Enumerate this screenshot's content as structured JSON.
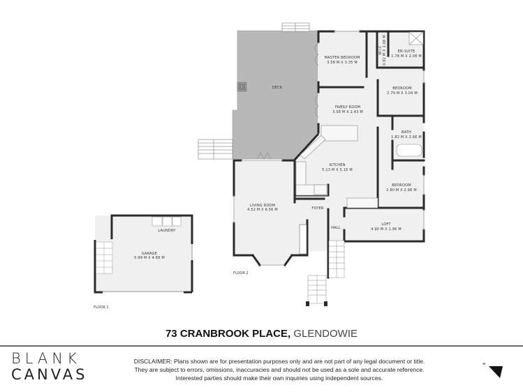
{
  "floorplan": {
    "rooms": [
      {
        "id": "deck",
        "name": "DECK",
        "size": ""
      },
      {
        "id": "master-bedroom",
        "name": "MASTER BEDROOM",
        "size": "3.58 M X 3.35 M"
      },
      {
        "id": "wic",
        "name": "W.I.C",
        "size": "0.92 M X 2.08 M"
      },
      {
        "id": "en-suite",
        "name": "EN-SUITE",
        "size": "1.78 M X 2.08 M"
      },
      {
        "id": "bedroom-1",
        "name": "BEDROOM",
        "size": "2.79 M X 3.04 M"
      },
      {
        "id": "family-room",
        "name": "FAMILY ROOM",
        "size": "3.58 M X 2.43 M"
      },
      {
        "id": "bath",
        "name": "BATH",
        "size": "1.82 M X 2.66 M"
      },
      {
        "id": "kitchen",
        "name": "KITCHEN",
        "size": "5.13 M X 5.16 M"
      },
      {
        "id": "bedroom-2",
        "name": "BEDROOM",
        "size": "2.80 M X 2.96 M"
      },
      {
        "id": "living-room",
        "name": "LIVING ROOM",
        "size": "4.52 M X 6.56 M"
      },
      {
        "id": "foyer",
        "name": "FOYER",
        "size": ""
      },
      {
        "id": "hall",
        "name": "HALL",
        "size": ""
      },
      {
        "id": "loft",
        "name": "LOFT",
        "size": "4.90 M X 1.96 M"
      },
      {
        "id": "laundry",
        "name": "LAUNDRY",
        "size": ""
      },
      {
        "id": "garage",
        "name": "GARAGE",
        "size": "5.99 M X 4.68 M"
      }
    ],
    "floor_labels": {
      "floor1": "FLOOR 1",
      "floor2": "FLOOR 2"
    },
    "colors": {
      "wall": "#2b2b2b",
      "floor": "#f0f0f0",
      "deck": "#b8b8b8",
      "stairs": "#ffffff"
    }
  },
  "address": {
    "street": "73 CRANBROOK PLACE,",
    "suburb": " GLENDOWIE"
  },
  "branding": {
    "line1": "BLANK",
    "line2": "CANVAS"
  },
  "disclaimer": {
    "line1": "DISCLAIMER: Plans shown are for presentation purposes only and are not part of any legal document or title.",
    "line2": "They are subject to errors, omissions, inaccuracies and should not be used as a sole and accurate reference.",
    "line3": "Interested parties should make their own inquiries using independent sources."
  },
  "compass": {
    "label": "N"
  }
}
